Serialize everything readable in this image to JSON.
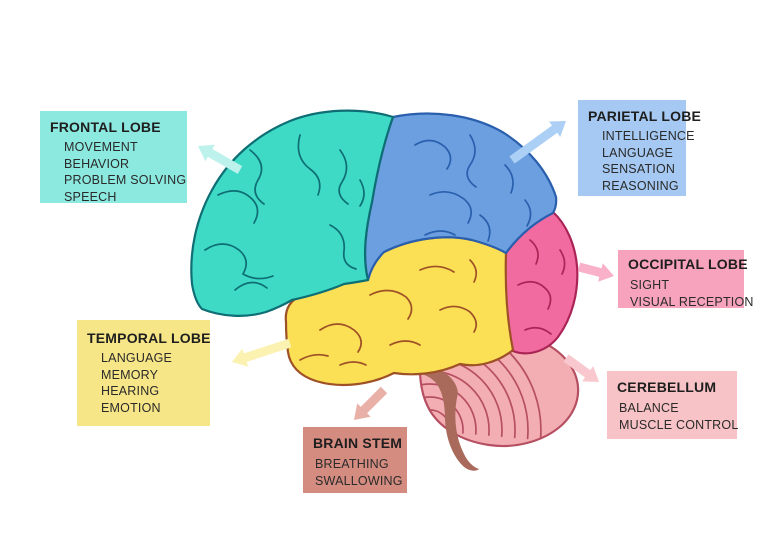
{
  "background": "#ffffff",
  "text_color": "#1e1e1e",
  "labels": {
    "frontal": {
      "title": "FRONTAL LOBE",
      "items": [
        "MOVEMENT",
        "BEHAVIOR",
        "PROBLEM SOLVING",
        "SPEECH"
      ],
      "box_color": "#8ce9e0",
      "arrow_color": "#bdf2ec"
    },
    "parietal": {
      "title": "PARIETAL LOBE",
      "items": [
        "INTELLIGENCE",
        "LANGUAGE",
        "SENSATION",
        "REASONING"
      ],
      "box_color": "#a5c9f2",
      "arrow_color": "#abcff5"
    },
    "occipital": {
      "title": "OCCIPITAL LOBE",
      "items": [
        "SIGHT",
        "VISUAL RECEPTION"
      ],
      "box_color": "#f8a3be",
      "arrow_color": "#f9b0c9"
    },
    "temporal": {
      "title": "TEMPORAL LOBE",
      "items": [
        "LANGUAGE",
        "MEMORY",
        "HEARING",
        "EMOTION"
      ],
      "box_color": "#f7e687",
      "arrow_color": "#fbf2b1"
    },
    "cerebellum": {
      "title": "CEREBELLUM",
      "items": [
        "BALANCE",
        "MUSCLE CONTROL"
      ],
      "box_color": "#f8c3c6",
      "arrow_color": "#f9c8cf"
    },
    "brainstem": {
      "title": "BRAIN STEM",
      "items": [
        "BREATHING",
        "SWALLOWING"
      ],
      "box_color": "#d58c80",
      "arrow_color": "#e9b0a7"
    }
  },
  "brain": {
    "frontal": {
      "fill": "#3edac6",
      "line": "#0e6e74"
    },
    "parietal": {
      "fill": "#6b9fe0",
      "line": "#2a5fae"
    },
    "temporal": {
      "fill": "#fbdf55",
      "line": "#9e5126"
    },
    "occipital": {
      "fill": "#f26ba0",
      "line": "#ab2456"
    },
    "cerebellum": {
      "fill": "#f2aeb2",
      "line": "#b64f62"
    },
    "brainstem": {
      "fill": "#a96a5c",
      "line": "#a96a5c"
    }
  }
}
